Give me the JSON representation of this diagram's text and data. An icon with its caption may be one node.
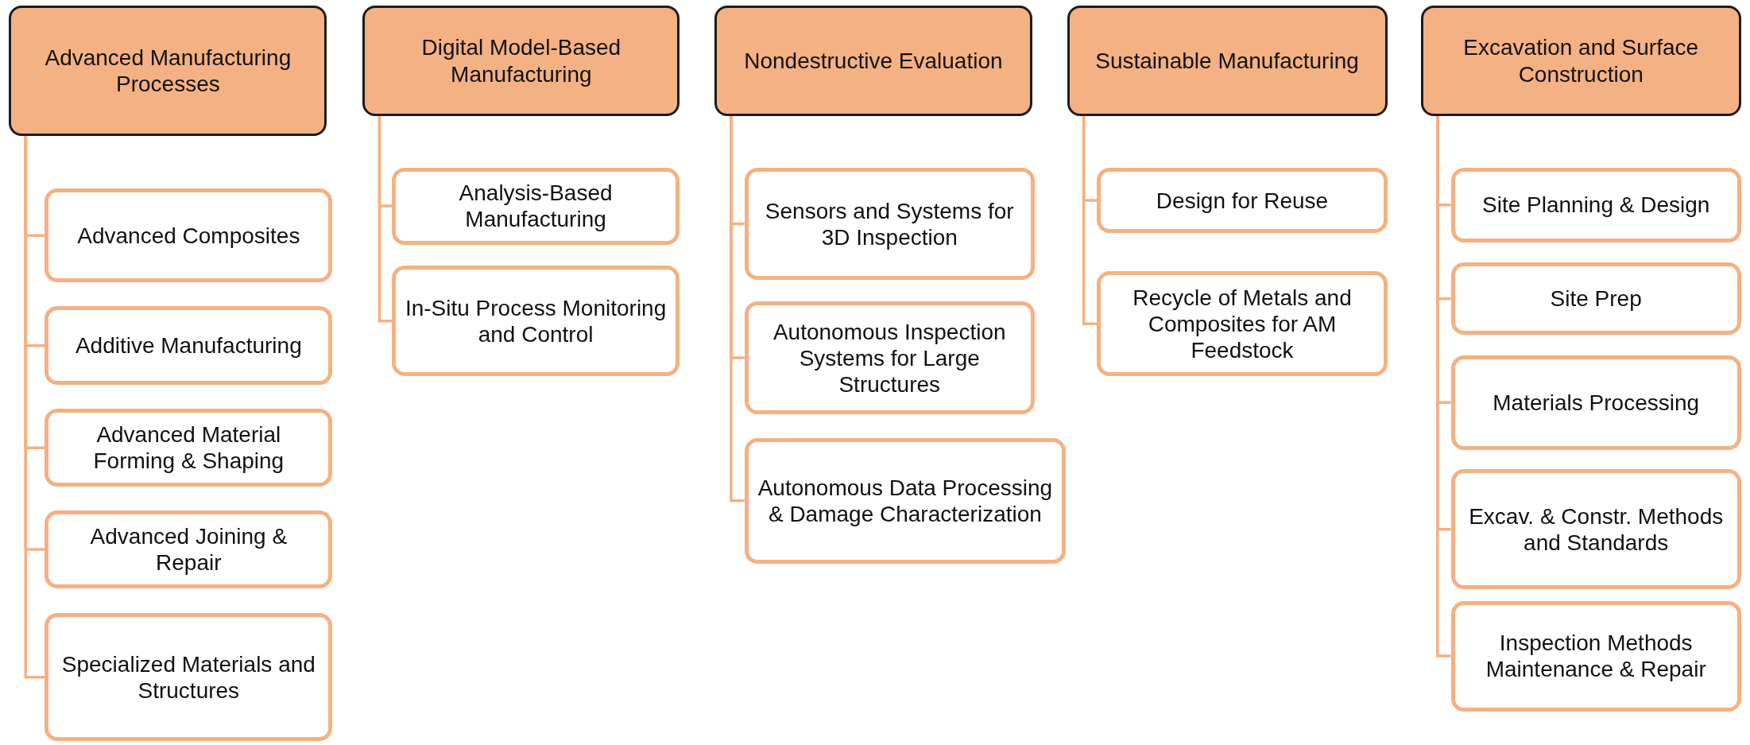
{
  "diagram": {
    "nodes": [
      {
        "text": [
          "Advanced Manufacturing Processes"
        ]
      },
      {
        "text": [
          "Advanced Composites"
        ]
      },
      {
        "text": [
          "Additive Manufacturing"
        ]
      },
      {
        "text": [
          "Advanced Material Forming & Shaping"
        ]
      },
      {
        "text": [
          "Advanced Joining & Repair"
        ]
      },
      {
        "text": [
          "Specialized Materials and Structures"
        ]
      },
      {
        "text": [
          "Digital Model-Based Manufacturing"
        ]
      },
      {
        "text": [
          "Analysis-Based Manufacturing"
        ]
      },
      {
        "text": [
          "In-Situ Process Monitoring and Control"
        ]
      },
      {
        "text": [
          "Nondestructive Evaluation"
        ]
      },
      {
        "text": [
          "Sensors and Systems for 3D Inspection"
        ]
      },
      {
        "text": [
          "Autonomous Inspection Systems for Large Structures"
        ]
      },
      {
        "text": [
          "Autonomous Data Processing & Damage Characterization"
        ]
      },
      {
        "text": [
          "Sustainable Manufacturing"
        ]
      },
      {
        "text": [
          "Design for Reuse"
        ]
      },
      {
        "text": [
          "Recycle of Metals and Composites for AM Feedstock"
        ]
      },
      {
        "text": [
          "Excavation and Surface Construction"
        ]
      },
      {
        "text": [
          "Site Planning & Design"
        ]
      },
      {
        "text": [
          "Site Prep"
        ]
      },
      {
        "text": [
          "Materials Processing"
        ]
      },
      {
        "text": [
          "Excav. & Constr. Methods and Standards"
        ]
      },
      {
        "text": [
          "Inspection Methods Maintenance & Repair"
        ]
      }
    ],
    "edges": [
      {
        "from": 0,
        "to": 1,
        "arrow": "none"
      },
      {
        "from": 0,
        "to": 2,
        "arrow": "none"
      },
      {
        "from": 0,
        "to": 3,
        "arrow": "none"
      },
      {
        "from": 0,
        "to": 4,
        "arrow": "none"
      },
      {
        "from": 0,
        "to": 5,
        "arrow": "none"
      },
      {
        "from": 6,
        "to": 7,
        "arrow": "none"
      },
      {
        "from": 6,
        "to": 8,
        "arrow": "none"
      },
      {
        "from": 9,
        "to": 10,
        "arrow": "none"
      },
      {
        "from": 9,
        "to": 11,
        "arrow": "none"
      },
      {
        "from": 9,
        "to": 12,
        "arrow": "none"
      },
      {
        "from": 13,
        "to": 14,
        "arrow": "none"
      },
      {
        "from": 13,
        "to": 15,
        "arrow": "none"
      },
      {
        "from": 16,
        "to": 17,
        "arrow": "none"
      },
      {
        "from": 16,
        "to": 18,
        "arrow": "none"
      },
      {
        "from": 16,
        "to": 19,
        "arrow": "none"
      },
      {
        "from": 16,
        "to": 20,
        "arrow": "none"
      },
      {
        "from": 16,
        "to": 21,
        "arrow": "none"
      }
    ]
  }
}
